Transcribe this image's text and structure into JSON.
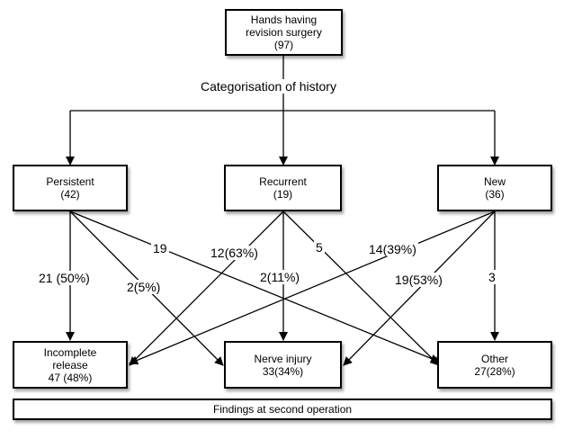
{
  "nodes": {
    "root": {
      "line1": "Hands having",
      "line2": "revision surgery",
      "line3": "(97)"
    },
    "persistent": {
      "label": "Persistent",
      "count": "(42)"
    },
    "recurrent": {
      "label": "Recurrent",
      "count": "(19)"
    },
    "new": {
      "label": "New",
      "count": "(36)"
    },
    "incomplete": {
      "line1": "Incomplete",
      "line2": "release",
      "line3": "47 (48%)"
    },
    "nerve": {
      "line1": "Nerve injury",
      "line2": "33(34%)"
    },
    "other": {
      "line1": "Other",
      "line2": "27(28%)"
    },
    "footer": {
      "label": "Findings at second operation"
    }
  },
  "categorisation_label": "Categorisation of history",
  "edge_labels": {
    "persistent_incomplete": "21 (50%)",
    "persistent_nerve": "2(5%)",
    "persistent_other": "19",
    "recurrent_incomplete": "12(63%)",
    "recurrent_nerve": "2(11%)",
    "recurrent_other": "5",
    "new_incomplete": "14(39%)",
    "new_nerve": "19(53%)",
    "new_other": "3"
  }
}
